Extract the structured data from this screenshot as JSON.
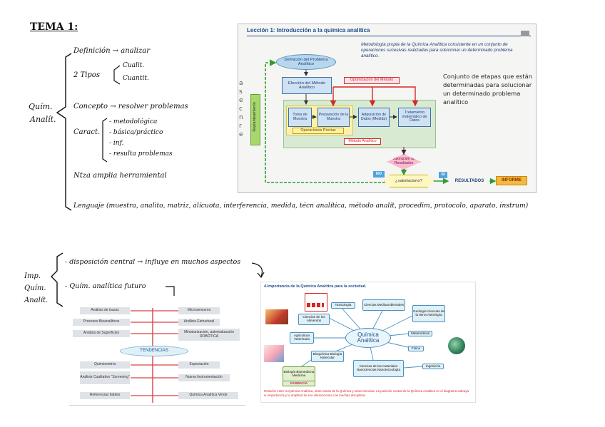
{
  "notes": {
    "title": "TEMA 1:",
    "root_1": [
      "Quím.",
      "Analít."
    ],
    "def": "Definición → analizar",
    "tipos": "2 Tipos",
    "tipo_a": "Cualit.",
    "tipo_b": "Cuantit.",
    "concepto": "Concepto → resolver problemas",
    "caract": "Caract.",
    "caract_items": [
      "- metodológica",
      "- básica/práctico",
      "- inf.",
      "- resulta problemas"
    ],
    "ntza": "Ntza amplia herramiental",
    "lenguaje": "Lenguaje (muestra, analito, matriz, alícuota, interferencia, medida, técn analítica, método analít, procedim, protocolo, aparato, instrum)",
    "root_2": [
      "Imp.",
      "Quím.",
      "Analít."
    ],
    "disposicion": "- disposición central → influye en muchos aspectos",
    "futuro": "- Quím. analítica futuro"
  },
  "slide1": {
    "title": "Lección 1: Introducción a la química analítica",
    "quote": "Metodología propia de la Química Analítica consistente en un conjunto de operaciones sucesivas realizadas para solucionar un determinado problema analítico.",
    "def_problema": "Definición del Problema Analítico",
    "eleccion": "Elección del Método Analítico",
    "optimizacion": "Optimización del Método",
    "toma": "Toma de Muestra",
    "preparacion": "Preparación de la Muestra",
    "adquisicion": "Adquisición de Datos (Medida)",
    "tratamiento": "Tratamiento matemático de Datos",
    "previas": "Operaciones Previas",
    "metodo": "Método Analítico",
    "valoracion": "Valoración de Resultados",
    "satisfactorio": "¿satisfactorio?",
    "no": "NO",
    "si": "SI",
    "resultados": "RESULTADOS",
    "informe": "INFORME",
    "replanteamiento": "Replanteamiento",
    "side_letters": [
      "a",
      "s",
      "e",
      "c",
      "n",
      "r",
      "e"
    ]
  },
  "annotation": "Conjunto de etapas que están determinadas para solucionar un determinado problema analítico",
  "slide2": {
    "title": "4.Importancia de la Química Analítica para la sociedad.",
    "center": "Química Analítica",
    "toxicologia": "Toxicología",
    "medioambientales": "Ciencias Medioambientales",
    "geologia": "Geología Ciencias de la tierra Astrología",
    "alimentos": "Ciencias de los Alimentos",
    "matematicas": "Matemáticas",
    "agricultura": "Agricultura Veterinaria",
    "fisica": "Física",
    "bioquimica": "Bioquímica Biología Molecular",
    "materiales": "Ciencias de los materiales Nanociencias Nanotecnología",
    "ingenieria": "Ingeniería",
    "biologia": "Biología Biomedicina Medicina",
    "farmacia": "FARMACIA",
    "caption": "Relación entre la Química Analítica, otras ramas de la Química y otras Ciencias. La posición central de la Química Analítica en el diagrama subraya su importancia y la amplitud de sus interacciones con muchas disciplinas"
  },
  "slide3": {
    "center": "TENDENCIAS",
    "left": [
      "Análisis de trazas",
      "Procesos Bioanalíticos",
      "Análisis de Superficies",
      "Quimiometría",
      "Análisis Cualitativo \"Screening\"",
      "Referencias fiables"
    ],
    "right": [
      "Microsensores",
      "Análisis Estructural",
      "Miniaturización, automatización ROBÓTICA",
      "Especiación",
      "Nueva Instrumentación",
      "Química Analítica Verde"
    ]
  },
  "colors": {
    "ink": "#111111",
    "slide_blue": "#1f4e8c",
    "box_blue": "#cfe2f3",
    "green_arrow": "#2e9e2e",
    "red_arrow": "#d62828",
    "magenta": "#c2185b",
    "orange": "#f4b942",
    "tend_line": "#d64545"
  }
}
